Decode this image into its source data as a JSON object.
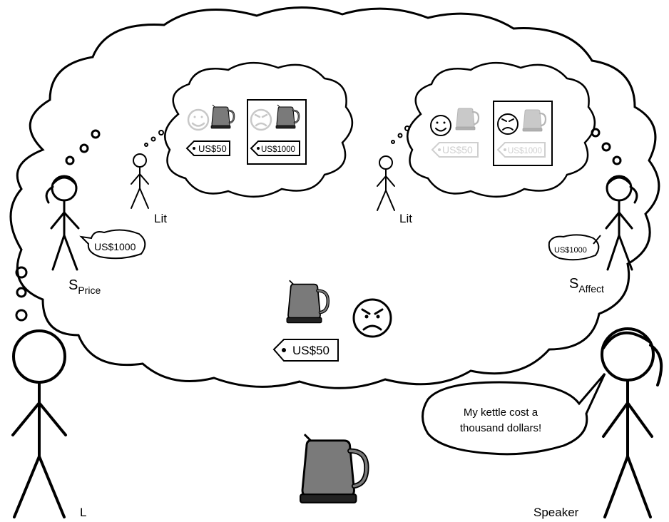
{
  "labels": {
    "listener": "L",
    "speaker": "Speaker",
    "lit_left": "Lit",
    "lit_right": "Lit",
    "s_price_base": "S",
    "s_price_sub": "Price",
    "s_affect_base": "S",
    "s_affect_sub": "Affect"
  },
  "speech": {
    "speaker_line1": "My kettle cost a",
    "speaker_line2": "thousand dollars!",
    "s_price_bubble": "US$1000",
    "s_affect_bubble": "US$1000"
  },
  "tags": {
    "center_price": "US$50",
    "left_inner_low": "US$50",
    "left_inner_high": "US$1000",
    "right_inner_low": "US$50",
    "right_inner_high": "US$1000"
  },
  "colors": {
    "ink": "#000000",
    "faint": "#cfcfcf",
    "kettle_body": "#7a7a7a",
    "kettle_faint": "#c9c9c9"
  }
}
